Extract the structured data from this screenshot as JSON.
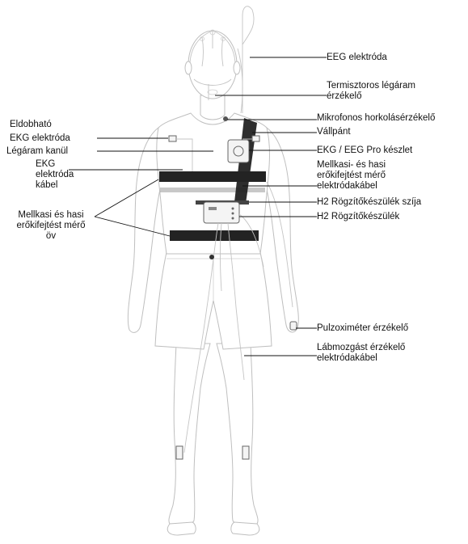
{
  "labels": {
    "eeg_electrode": "EEG elektróda",
    "thermistor_1": "Termisztoros légáram",
    "thermistor_2": "érzékelő",
    "snore_sensor": "Mikrofonos horkolásérzékelő",
    "shoulder_strap": "Vállpánt",
    "disposable_1": "Eldobható",
    "disposable_2": "EKG elektróda",
    "airflow_cannula": "Légáram kanül",
    "ekg_cable_1": "EKG",
    "ekg_cable_2": "elektróda",
    "ekg_cable_3": "kábel",
    "ekg_eeg_kit": "EKG / EEG Pro készlet",
    "effort_cable_1": "Mellkasi- és hasi",
    "effort_cable_2": "erőkifejtést mérő",
    "effort_cable_3": "elektródakábel",
    "recorder_strap": "H2 Rögzítőkészülék szíja",
    "recorder": "H2 Rögzítőkészülék",
    "effort_belt_1": "Mellkasi és hasi",
    "effort_belt_2": "erőkifejtést mérő",
    "effort_belt_3": "öv",
    "oximeter": "Pulzoximéter érzékelő",
    "leg_cable_1": "Lábmozgást érzékelő",
    "leg_cable_2": "elektródakábel"
  },
  "colors": {
    "body_outline": "#bfbfbf",
    "belt": "#232323",
    "leader_line": "#111111"
  }
}
